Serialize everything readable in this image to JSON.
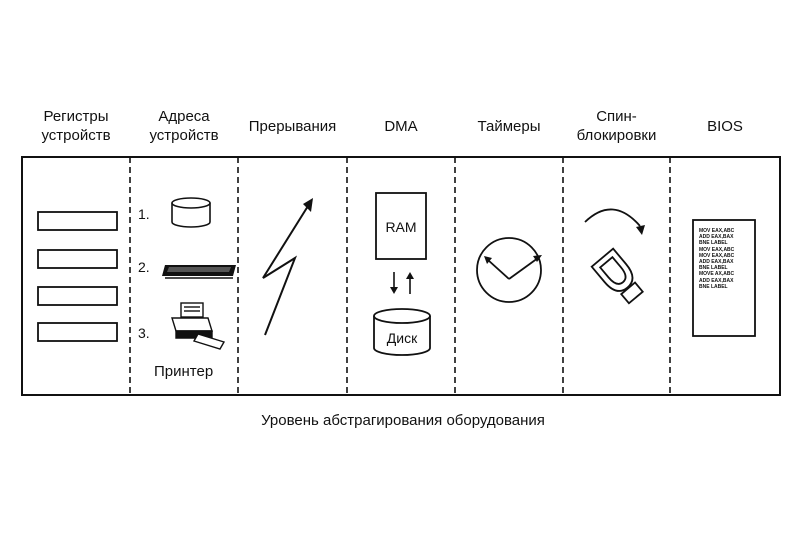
{
  "columns": [
    {
      "label": "Регистры\nустройств"
    },
    {
      "label": "Адреса\nустройств"
    },
    {
      "label": "Прерывания"
    },
    {
      "label": "DMA"
    },
    {
      "label": "Таймеры"
    },
    {
      "label": "Спин-\nблокировки"
    },
    {
      "label": "BIOS"
    }
  ],
  "device_addresses": {
    "items": [
      "1.",
      "2.",
      "3."
    ],
    "printer_label": "Принтер"
  },
  "dma": {
    "ram_label": "RAM",
    "disk_label": "Диск"
  },
  "bios_code": [
    "MOV EAX,ABC",
    "ADD EAX,BAX",
    "BNE LABEL",
    "MOV EAX,ABC",
    "MOV EAX,ABC",
    "ADD EAX,BAX",
    "BNE LABEL",
    "MOVE AX,ABC",
    "ADD EAX,BAX",
    "BNE LABEL"
  ],
  "caption": "Уровень абстрагирования оборудования"
}
